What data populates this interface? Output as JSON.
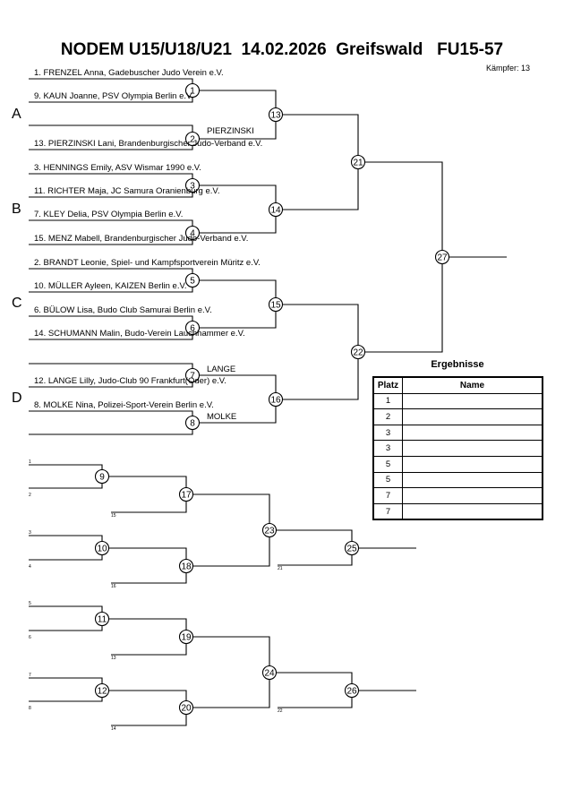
{
  "header": {
    "title": "NODEM U15/U18/U21  14.02.2026  Greifswald   FU15-57",
    "fighters_count": "Kämpfer: 13"
  },
  "pools": [
    "A",
    "B",
    "C",
    "D"
  ],
  "entries": [
    "1. FRENZEL Anna, Gadebuscher Judo Verein e.V.",
    "9. KAUN Joanne, PSV Olympia Berlin e.V.",
    "13. PIERZINSKI Lani, Brandenburgischer Judo-Verband e.V.",
    "3. HENNINGS Emily, ASV Wismar 1990 e.V.",
    "11. RICHTER Maja, JC Samura Oranienburg e.V.",
    "7. KLEY Delia, PSV Olympia Berlin e.V.",
    "15. MENZ Mabell, Brandenburgischer Judo-Verband e.V.",
    "2. BRANDT Leonie, Spiel- und Kampfsportverein Müritz e.V.",
    "10. MÜLLER Ayleen, KAIZEN Berlin e.V.",
    "6. BÜLOW Lisa, Budo Club Samurai Berlin e.V.",
    "14. SCHUMANN Malin, Budo-Verein Lauchhammer e.V.",
    "12. LANGE Lilly, Judo-Club 90 Frankfurt(Oder) e.V.",
    "8. MOLKE Nina, Polizei-Sport-Verein Berlin e.V."
  ],
  "first_round_winners": [
    "PIERZINSKI",
    "LANGE",
    "MOLKE"
  ],
  "fight_numbers": [
    "1",
    "2",
    "3",
    "4",
    "5",
    "6",
    "7",
    "8",
    "9",
    "10",
    "11",
    "12",
    "13",
    "14",
    "15",
    "16",
    "17",
    "18",
    "19",
    "20",
    "21",
    "22",
    "23",
    "24",
    "25",
    "26",
    "27"
  ],
  "repechage_small_labels": [
    "1",
    "2",
    "15",
    "3",
    "4",
    "16",
    "21",
    "5",
    "6",
    "13",
    "7",
    "8",
    "14",
    "22"
  ],
  "results": {
    "title": "Ergebnisse",
    "col_place": "Platz",
    "col_name": "Name",
    "places": [
      "1",
      "2",
      "3",
      "3",
      "5",
      "5",
      "7",
      "7"
    ]
  }
}
